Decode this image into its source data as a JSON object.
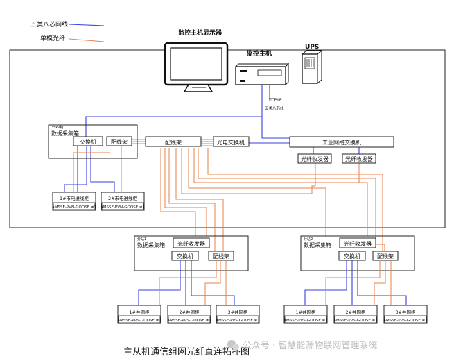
{
  "legend": {
    "utp_label": "五类八芯网线",
    "fiber_label": "单模光纤",
    "utp_color": "#3a3fd8",
    "fiber_color": "#e8804a"
  },
  "main": {
    "monitor_label": "监控主机显示器",
    "host_label": "监控主机",
    "ups_label": "UPS",
    "tcpip_label": "TCP/IP",
    "cable_note": "五类八芯线",
    "station_tag": "35kv箱",
    "collection_box": "数据采集箱",
    "switch": "交换机",
    "patch_panel_small": "配线架",
    "patch_panel": "配线架",
    "optical_switch": "光电交换机",
    "industrial_switch": "工业网络交换机",
    "transceiver_1": "光纤收发器",
    "transceiver_2": "光纤收发器",
    "cabinet_1": "1#市电进线柜",
    "cabinet_2": "2#市电进线柜",
    "device_1": "AMSSE-PVN-GOOSE ≠1",
    "device_2": "AMSSE-PVN-GOOSE ≠1"
  },
  "substation_1": {
    "tag": "分站1",
    "collection_box": "数据采集箱",
    "transceiver": "光纤收发器",
    "switch": "交换机",
    "patch_panel": "配线架",
    "cabinets": [
      {
        "name": "1#并网柜",
        "device": "AMSSE-PVS-GOOSE ≠1"
      },
      {
        "name": "2#并网柜",
        "device": "AMSSE-PVS-GOOSE ≠1"
      },
      {
        "name": "3#并网柜",
        "device": "AMSSE-PVS-GOOSE ≠1"
      }
    ]
  },
  "substation_2": {
    "tag": "分站2",
    "collection_box": "数据采集箱",
    "transceiver": "光纤收发器",
    "switch": "交换机",
    "patch_panel": "配线架",
    "cabinets": [
      {
        "name": "1#并网柜",
        "device": "AMSSE-PVS-GOOSE ≠1"
      },
      {
        "name": "2#并网柜",
        "device": "AMSSE-PVS-GOOSE ≠1"
      },
      {
        "name": "3#并网柜",
        "device": "AMSSE-PVS-GOOSE ≠1"
      }
    ]
  },
  "caption": "主从机通信组网光纤直连拓扑图",
  "watermark": "公众号 · 智慧能源物联网管理系统"
}
